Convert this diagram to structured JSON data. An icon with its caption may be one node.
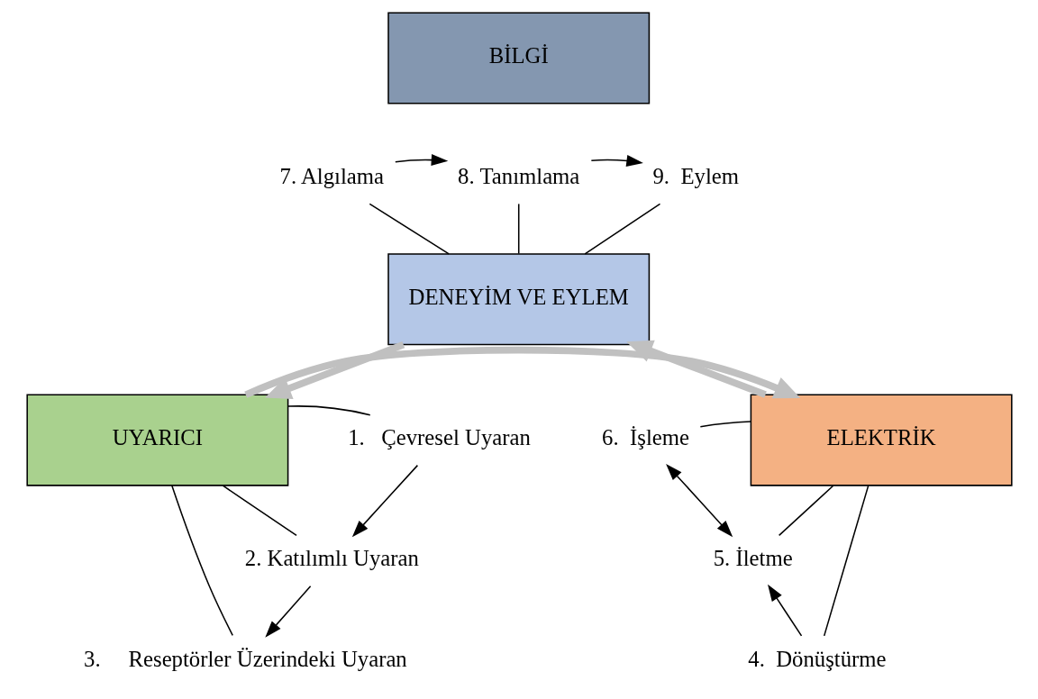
{
  "diagram": {
    "nodes": [
      {
        "text": [
          "BİLGİ"
        ]
      },
      {
        "text": [
          "DENEYİM VE EYLEM"
        ]
      },
      {
        "text": [
          "ELEKTRİK"
        ]
      },
      {
        "text": [
          "UYARICI"
        ]
      },
      {
        "text": [
          "7. Algılama"
        ]
      },
      {
        "text": [
          "8. Tanımlama"
        ]
      },
      {
        "text": [
          "9.  Eylem"
        ]
      },
      {
        "text": [
          "6.  İşleme"
        ]
      },
      {
        "text": [
          "5. İletme"
        ]
      },
      {
        "text": [
          "4.  Dönüştürme"
        ]
      },
      {
        "text": [
          "1.   Çevresel Uyaran"
        ]
      },
      {
        "text": [
          "2. Katılımlı Uyaran"
        ]
      },
      {
        "text": [
          "3.     Reseptörler Üzerindeki Uyaran"
        ]
      }
    ],
    "edges": [
      {
        "from": 4,
        "to": 5,
        "arrow": "to"
      },
      {
        "from": 5,
        "to": 6,
        "arrow": "to"
      },
      {
        "from": 4,
        "to": 1,
        "arrow": "none"
      },
      {
        "from": 5,
        "to": 1,
        "arrow": "none"
      },
      {
        "from": 6,
        "to": 1,
        "arrow": "none"
      },
      {
        "from": 2,
        "to": 1,
        "arrow": "to",
        "style": "thick",
        "color": "#c0c0c0"
      },
      {
        "from": 1,
        "to": 3,
        "arrow": "to",
        "style": "thick",
        "color": "#c0c0c0"
      },
      {
        "from": 3,
        "to": 2,
        "arrow": "to",
        "style": "thick",
        "color": "#c0c0c0"
      },
      {
        "from": 7,
        "to": 8,
        "arrow": "both"
      },
      {
        "from": 9,
        "to": 8,
        "arrow": "to"
      },
      {
        "from": 7,
        "to": 2,
        "arrow": "none"
      },
      {
        "from": 8,
        "to": 2,
        "arrow": "none"
      },
      {
        "from": 9,
        "to": 2,
        "arrow": "none"
      },
      {
        "from": 10,
        "to": 11,
        "arrow": "to"
      },
      {
        "from": 11,
        "to": 12,
        "arrow": "to"
      },
      {
        "from": 10,
        "to": 3,
        "arrow": "none"
      },
      {
        "from": 11,
        "to": 3,
        "arrow": "none"
      },
      {
        "from": 12,
        "to": 3,
        "arrow": "none"
      }
    ]
  }
}
